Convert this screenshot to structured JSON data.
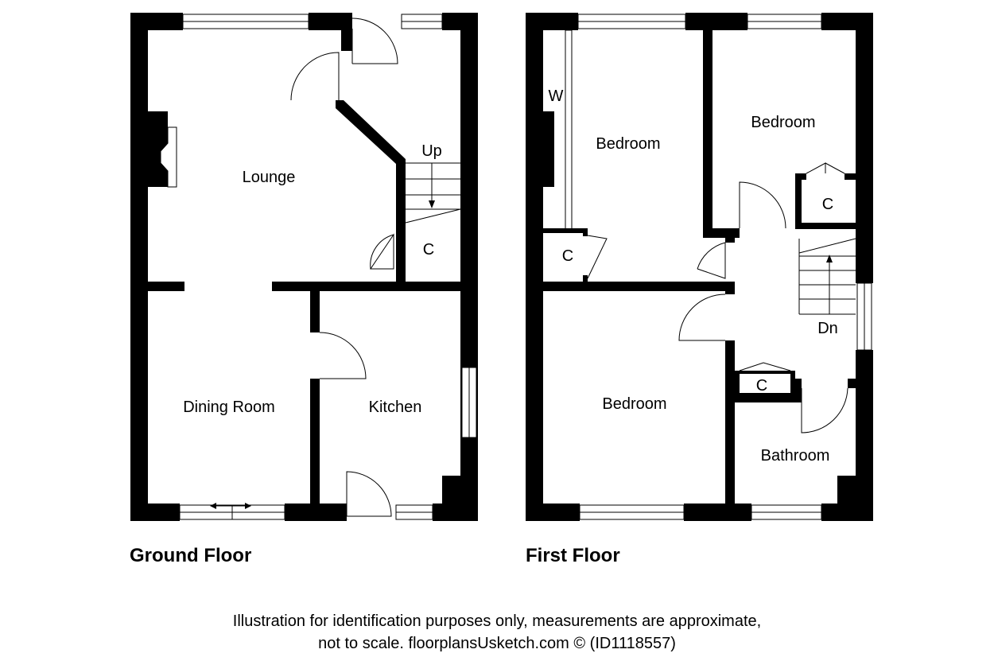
{
  "ground_floor": {
    "title": "Ground Floor",
    "rooms": {
      "lounge": "Lounge",
      "dining": "Dining Room",
      "kitchen": "Kitchen",
      "cupboard": "C",
      "stairs": "Up"
    }
  },
  "first_floor": {
    "title": "First Floor",
    "rooms": {
      "bedroom_front_left": "Bedroom",
      "bedroom_front_right": "Bedroom",
      "bedroom_rear": "Bedroom",
      "bathroom": "Bathroom",
      "cupboard_left": "C",
      "cupboard_right": "C",
      "cupboard_landing": "C",
      "wardrobe": "W",
      "stairs": "Dn"
    }
  },
  "disclaimer": {
    "line1": "Illustration for identification purposes only, measurements are approximate,",
    "line2": "not to scale. floorplansUsketch.com © (ID1118557)"
  }
}
